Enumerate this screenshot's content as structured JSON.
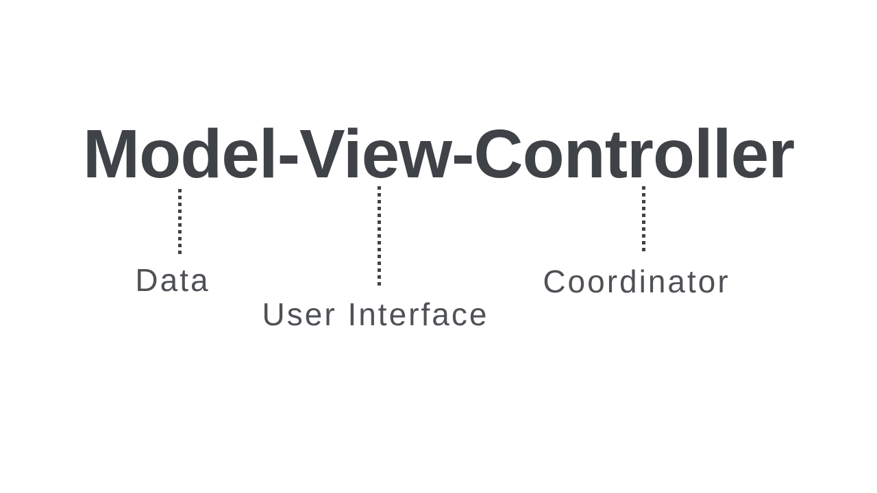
{
  "diagram": {
    "title": "Model-View-Controller",
    "annotations": [
      {
        "id": "model",
        "label": "Data"
      },
      {
        "id": "view",
        "label": "User Interface"
      },
      {
        "id": "controller",
        "label": "Coordinator"
      }
    ],
    "colors": {
      "background": "#ffffff",
      "title_text": "#3f4247",
      "label_text": "#4e5156",
      "connector": "#3f4247"
    }
  }
}
